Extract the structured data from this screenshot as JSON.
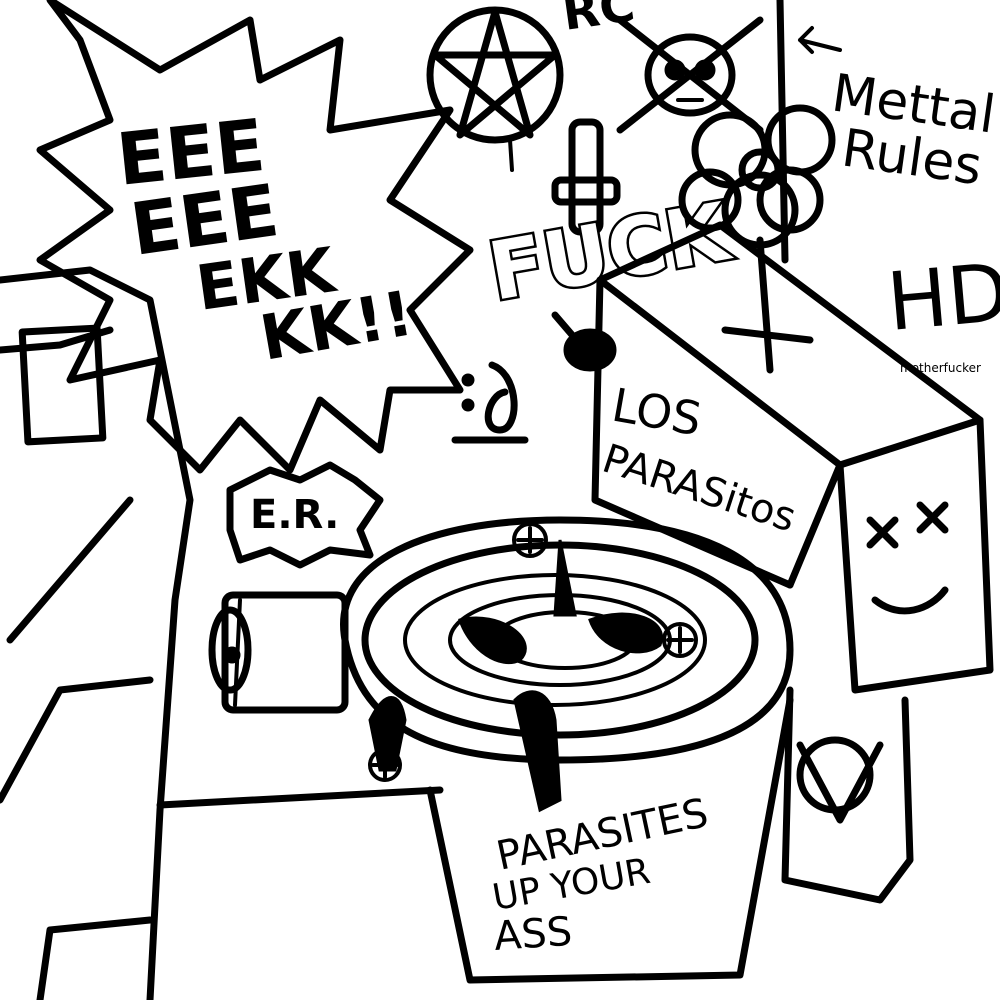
{
  "scream": {
    "line1": "EEE",
    "line2": "EEE",
    "line3": "EKK",
    "line4": "KK!!"
  },
  "graffiti": {
    "metal_line1": "Mettal",
    "metal_line2": "Rules",
    "fuck": "FUCK",
    "rc": "RC",
    "hdz": "HDZ",
    "hdz_sub": "motherfucker",
    "er_tag": "E.R.",
    "tank_line1": "LOS",
    "tank_line2": "PARASitos",
    "bowl_line1": "PARASITES",
    "bowl_line2": "UP YOUR",
    "bowl_line3": "ASS"
  },
  "colors": {
    "ink": "#000000",
    "paper": "#ffffff"
  }
}
